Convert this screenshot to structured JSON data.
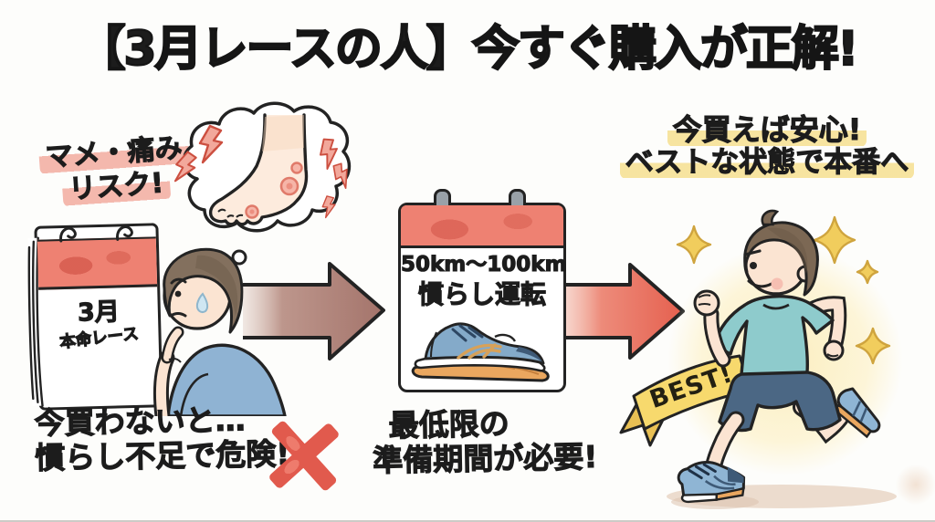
{
  "title": "【3月レースの人】今すぐ購入が正解!",
  "left": {
    "risk": {
      "line1": "マメ・痛み",
      "line2": "リスク!"
    },
    "calendar": {
      "month": "3月",
      "event": "本命レース"
    },
    "warning": {
      "line1": "今買わないと…",
      "line2": "慣らし不足で危険!"
    }
  },
  "center": {
    "calendar": {
      "line1": "50km〜100km",
      "line2": "慣らし運転"
    },
    "note": {
      "line1": "最低限の",
      "line2": "準備期間が必要!"
    }
  },
  "right": {
    "benefit": {
      "line1": "今買えば安心!",
      "line2": "ベストな状態で本番へ"
    },
    "banner": "BEST!"
  },
  "icons": {
    "thought_bubble": "cloud-bubble",
    "pain": "lightning-bolt",
    "cross": "x-mark",
    "flow": "right-arrow",
    "sparkle": "four-point-star",
    "ribbon": "best-banner"
  },
  "colors": {
    "ink": "#1c1c1c",
    "calendar_red": "#ee8172",
    "arrow_brown": "#ab7b71",
    "arrow_red": "#e8705f",
    "highlight_pink": "#f09d8f",
    "highlight_yellow": "#f6e196",
    "banner_yellow": "#f7d96d",
    "cross_red": "#e15a4d",
    "shirt_blue": "#8fb3d3",
    "shirt_teal": "#8ecbcc",
    "shorts_navy": "#4b6784",
    "shoe_blue": "#84aac9",
    "sole_orange": "#eaa75f",
    "sparkle_gold": "#f1cd5d",
    "skin": "#fbe4d2",
    "hair_brown": "#7c6854"
  }
}
